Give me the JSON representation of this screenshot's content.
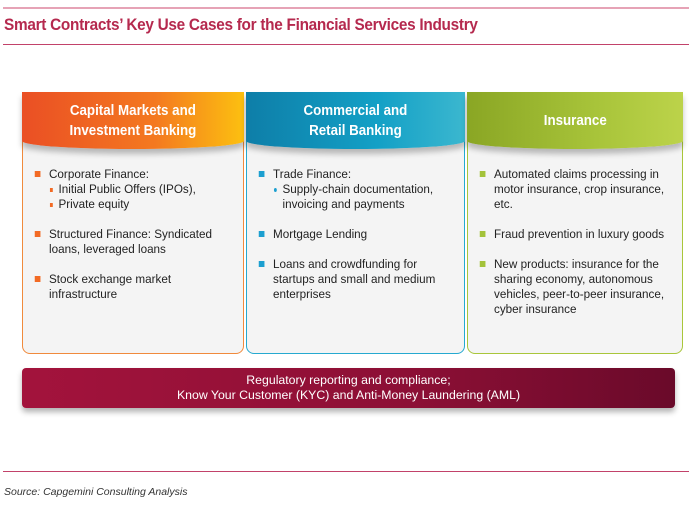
{
  "title": "Smart Contracts’ Key Use Cases for the Financial Services Industry",
  "colors": {
    "title": "#b5294e",
    "capital": "#f47920",
    "commercial": "#13a0c6",
    "insurance": "#a8c43a",
    "bar": "#8c0f35"
  },
  "cards": [
    {
      "header": [
        "Capital Markets and",
        "Investment Banking"
      ],
      "items": [
        {
          "text": "Corporate Finance:",
          "subs": [
            "Initial Public Offers (IPOs),",
            "Private equity"
          ]
        },
        {
          "text": "Structured Finance: Syndicated loans, leveraged loans"
        },
        {
          "text": "Stock exchange market infrastructure"
        }
      ]
    },
    {
      "header": [
        "Commercial and",
        "Retail Banking"
      ],
      "items": [
        {
          "text": "Trade Finance:",
          "subs": [
            "Supply-chain documentation, invoicing and payments"
          ]
        },
        {
          "text": "Mortgage Lending"
        },
        {
          "text": "Loans and crowdfunding for startups and small and medium enterprises"
        }
      ]
    },
    {
      "header": [
        "Insurance"
      ],
      "items": [
        {
          "text": "Automated claims processing in motor insurance, crop insurance, etc."
        },
        {
          "text": "Fraud prevention in luxury goods"
        },
        {
          "text": "New products: insurance for the sharing economy, autonomous vehicles, peer-to-peer insurance, cyber insurance"
        }
      ]
    }
  ],
  "bar": [
    "Regulatory reporting and compliance;",
    "Know Your Customer (KYC) and Anti-Money Laundering (AML)"
  ],
  "source": "Source: Capgemini Consulting Analysis"
}
